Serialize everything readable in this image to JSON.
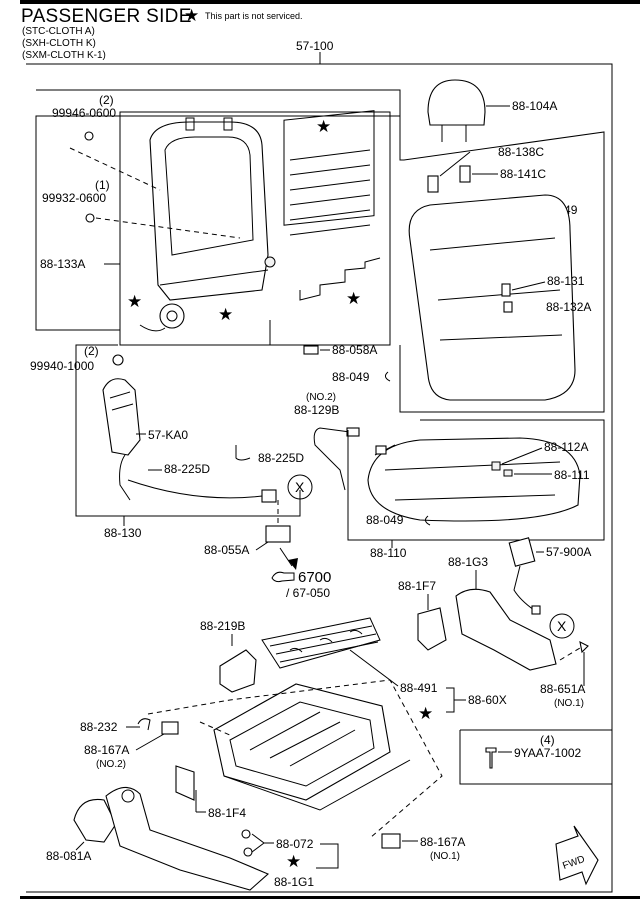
{
  "header": {
    "title": "PASSENGER SIDE",
    "star": "★",
    "note": "This part is not serviced.",
    "variants": [
      "(STC-CLOTH A)",
      "(SXH-CLOTH K)",
      "(SXM-CLOTH K-1)"
    ]
  },
  "labels": {
    "l57100": "57-100",
    "q2a": "(2)",
    "l99946": "99946-0600",
    "q1": "(1)",
    "l99932": "99932-0600",
    "l88133a": "88-133A",
    "q2b": "(2)",
    "l99940": "99940-1000",
    "l88104a": "88-104A",
    "l88138c": "88-138C",
    "l88141c": "88-141C",
    "l88049a": "88-049",
    "l88131": "88-131",
    "l88132a": "88-132A",
    "l88058a": "88-058A",
    "l88049b": "88-049",
    "no2a": "(NO.2)",
    "l88129b": "88-129B",
    "l57ka0": "57-KA0",
    "l88225da": "88-225D",
    "l88225db": "88-225D",
    "x1": "X",
    "l88112a": "88-112A",
    "l88111": "88-111",
    "l88049c": "88-049",
    "l88130": "88-130",
    "l88110": "88-110",
    "l88055a": "88-055A",
    "l6700": "6700",
    "l67050": "/ 67-050",
    "l88219b": "88-219B",
    "l881f7": "88-1F7",
    "l881g3": "88-1G3",
    "l57900a": "57-900A",
    "x2": "X",
    "l88491": "88-491",
    "l8860x": "88-60X",
    "l88651a": "88-651A",
    "no1a": "(NO.1)",
    "l88232": "88-232",
    "l88167a1": "88-167A",
    "no2b": "(NO.2)",
    "q4": "(4)",
    "l9yaa7": "9YAA7-1002",
    "l881f4": "88-1F4",
    "l88081a": "88-081A",
    "l88072": "88-072",
    "l88167a2": "88-167A",
    "no1b": "(NO.1)",
    "l881g1": "88-1G1",
    "fwd": "FWD"
  }
}
